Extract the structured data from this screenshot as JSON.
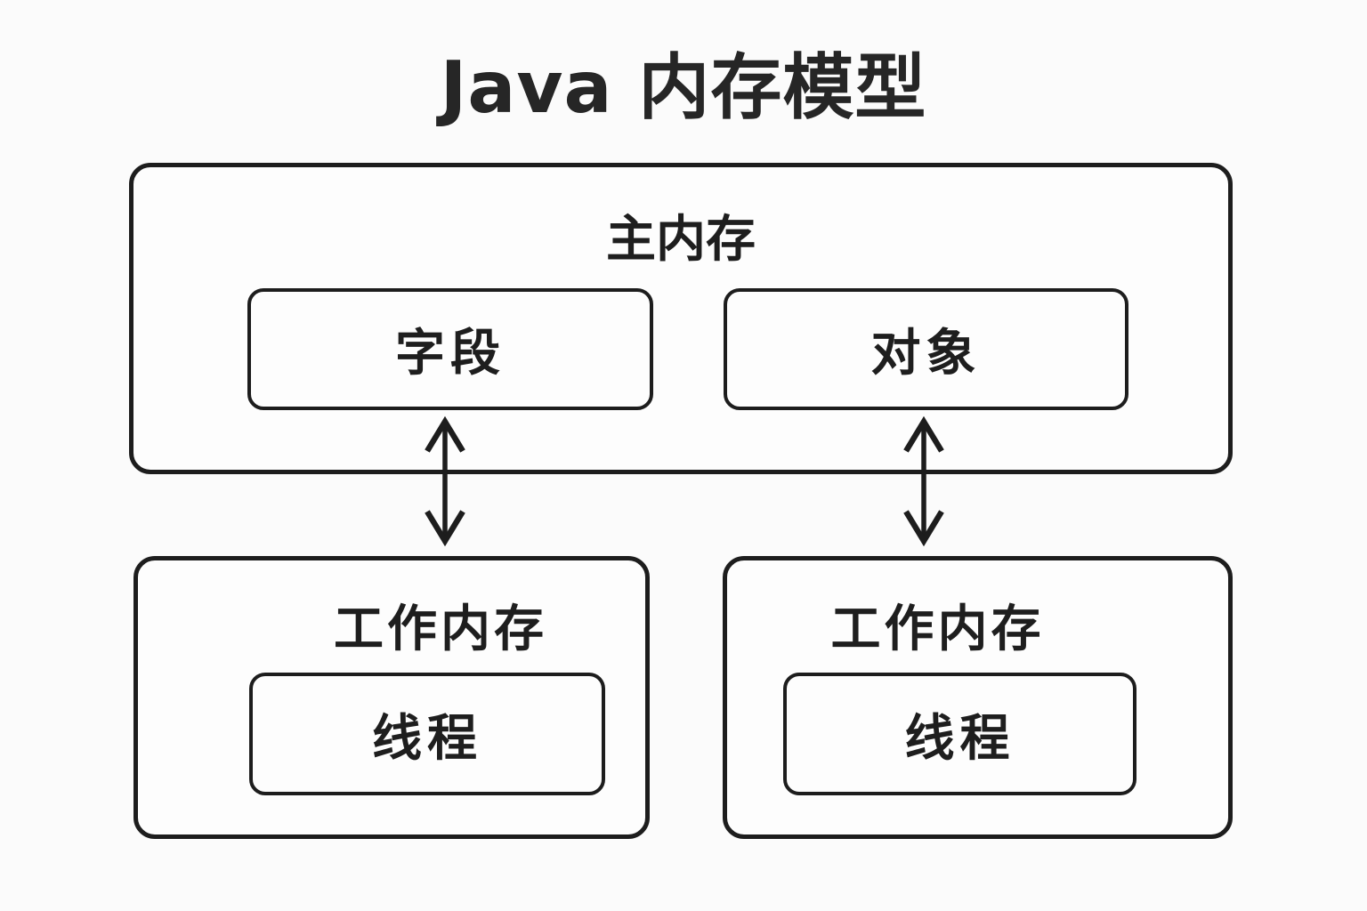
{
  "title": "Java 内存模型",
  "colors": {
    "stroke": "#1d1d1d",
    "text": "#1e1e1e",
    "background": "#fbfbfb",
    "box_fill": "#fdfdfd"
  },
  "main_memory": {
    "label": "主内存",
    "items": [
      {
        "label": "字段"
      },
      {
        "label": "对象"
      }
    ]
  },
  "working_memories": [
    {
      "label": "工作内存",
      "item": {
        "label": "线程"
      }
    },
    {
      "label": "工作内存",
      "item": {
        "label": "线程"
      }
    }
  ],
  "connections": [
    {
      "from": "字段",
      "to": "线程",
      "type": "bidirectional"
    },
    {
      "from": "对象",
      "to": "线程",
      "type": "bidirectional"
    }
  ]
}
